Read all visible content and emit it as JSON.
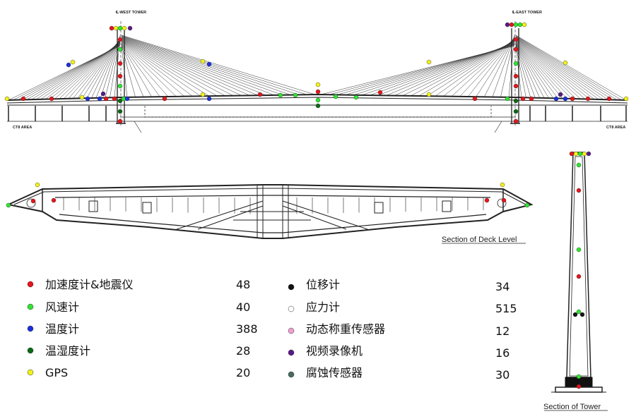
{
  "bridge": {
    "west_tower_label": "℄-WEST TOWER",
    "east_tower_label": "℄-EAST TOWER",
    "left_area_label": "CT8 AREA",
    "right_area_label": "CT8 AREA"
  },
  "deck_section": {
    "caption": "Section of Deck Level"
  },
  "tower_section": {
    "caption": "Section of Tower"
  },
  "legend": {
    "left": [
      {
        "label": "加速度计&地震仪",
        "count": "48",
        "color": "#e8141c"
      },
      {
        "label": "风速计",
        "count": "40",
        "color": "#2ee62e"
      },
      {
        "label": "温度计",
        "count": "388",
        "color": "#1a2ee0"
      },
      {
        "label": "温湿度计",
        "count": "28",
        "color": "#0a6a12"
      },
      {
        "label": "GPS",
        "count": "20",
        "color": "#f2f21a"
      }
    ],
    "right": [
      {
        "label": "位移计",
        "count": "34",
        "color": "#111111"
      },
      {
        "label": "应力计",
        "count": "515",
        "color": "#ffffff"
      },
      {
        "label": "动态称重传感器",
        "count": "12",
        "color": "#f0a0d0"
      },
      {
        "label": "视频录像机",
        "count": "16",
        "color": "#5a1a8a"
      },
      {
        "label": "腐蚀传感器",
        "count": "30",
        "color": "#4a6a5e"
      }
    ]
  }
}
